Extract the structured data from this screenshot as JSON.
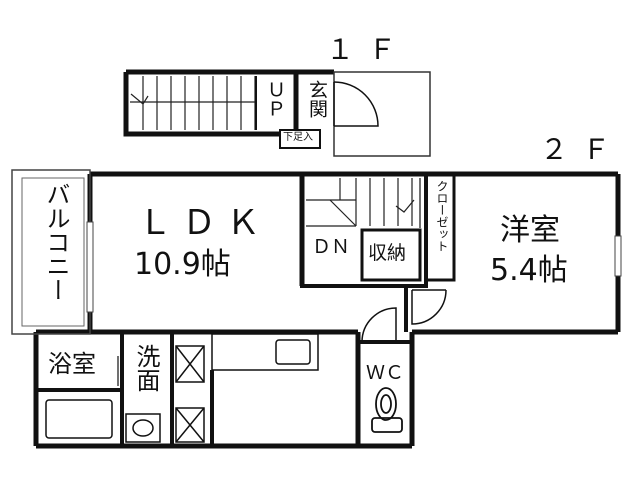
{
  "floors": {
    "first": "１Ｆ",
    "second": "２Ｆ"
  },
  "rooms": {
    "ldk_name": "ＬＤＫ",
    "ldk_size": "10.9帖",
    "western_name": "洋室",
    "western_size": "5.4帖",
    "balcony": "バルコニー",
    "bath": "浴室",
    "washroom": "洗面",
    "storage": "収納",
    "closet": "クローゼット",
    "wc": "ＷＣ",
    "entrance": "玄関",
    "shoe_step": "下足入"
  },
  "stairs": {
    "up": "ＵＰ",
    "down": "ＤＮ"
  },
  "colors": {
    "wall": "#111111",
    "fixture": "#6a6a6a",
    "background": "#ffffff"
  }
}
